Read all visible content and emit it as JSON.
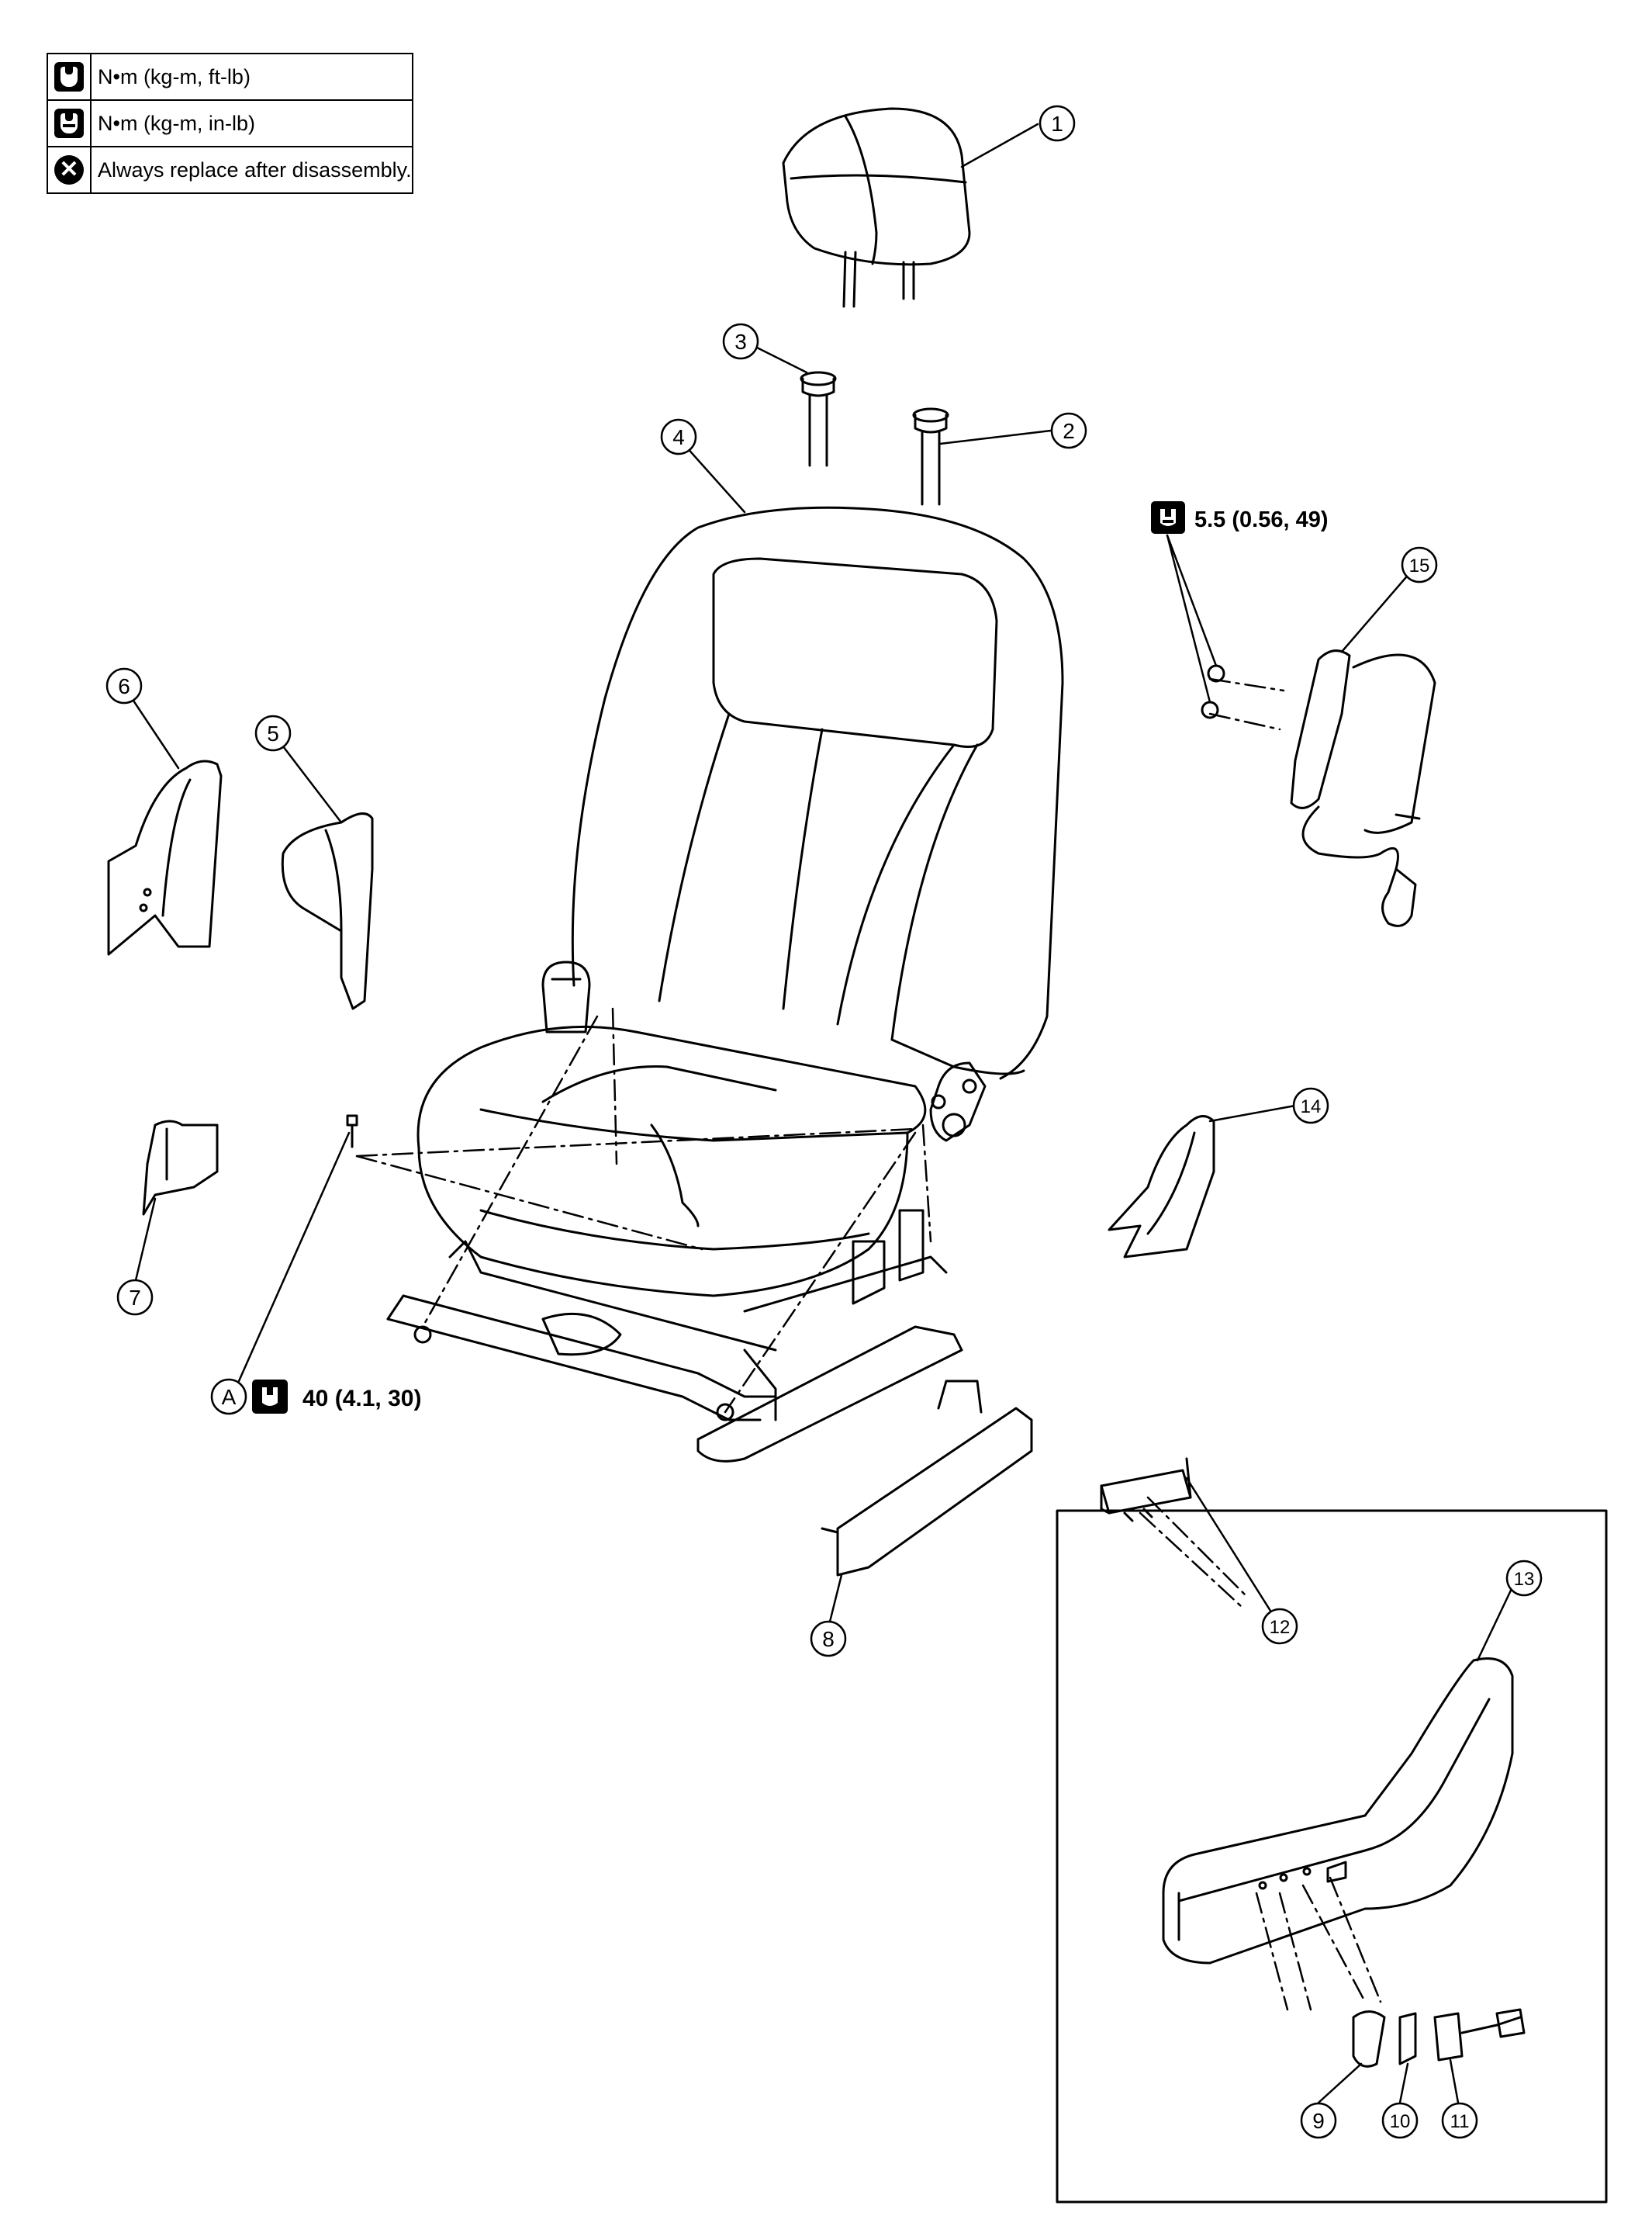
{
  "legend": [
    {
      "icon": "torque-ft-lb-icon",
      "text": "N•m (kg-m, ft-lb)"
    },
    {
      "icon": "torque-in-lb-icon",
      "text": "N•m (kg-m, in-lb)"
    },
    {
      "icon": "replace-after-disassembly-icon",
      "text": "Always replace after disassembly."
    }
  ],
  "callouts": [
    "1",
    "2",
    "3",
    "4",
    "5",
    "6",
    "7",
    "8",
    "9",
    "10",
    "11",
    "12",
    "13",
    "14",
    "15"
  ],
  "torque_spec_a": {
    "marker": "A",
    "value": "40 (4.1, 30)"
  },
  "torque_spec_airbag": {
    "value": "5.5 (0.56, 49)"
  }
}
